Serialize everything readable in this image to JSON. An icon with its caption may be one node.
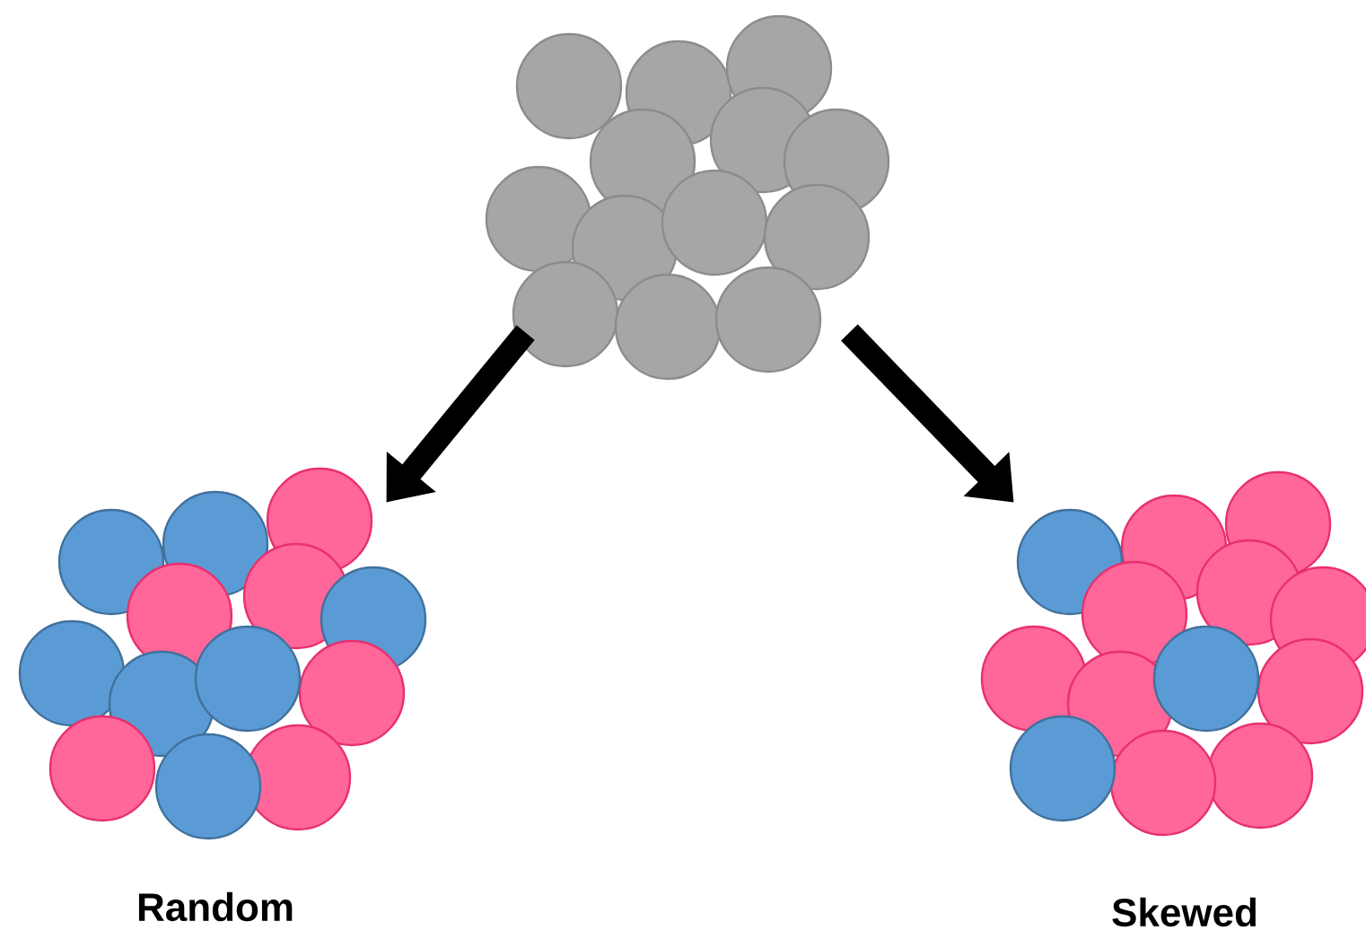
{
  "diagram": {
    "nodes": [
      {
        "text": [],
        "shape": "picture"
      },
      {
        "text": [],
        "shape": "picture",
        "beside": [
          "Random"
        ]
      },
      {
        "text": [],
        "shape": "picture",
        "beside": [
          "Skewed"
        ]
      }
    ],
    "edges": [
      {
        "from": 0,
        "to": 1,
        "arrow": "to"
      },
      {
        "from": 0,
        "to": 2,
        "arrow": "to"
      }
    ]
  }
}
